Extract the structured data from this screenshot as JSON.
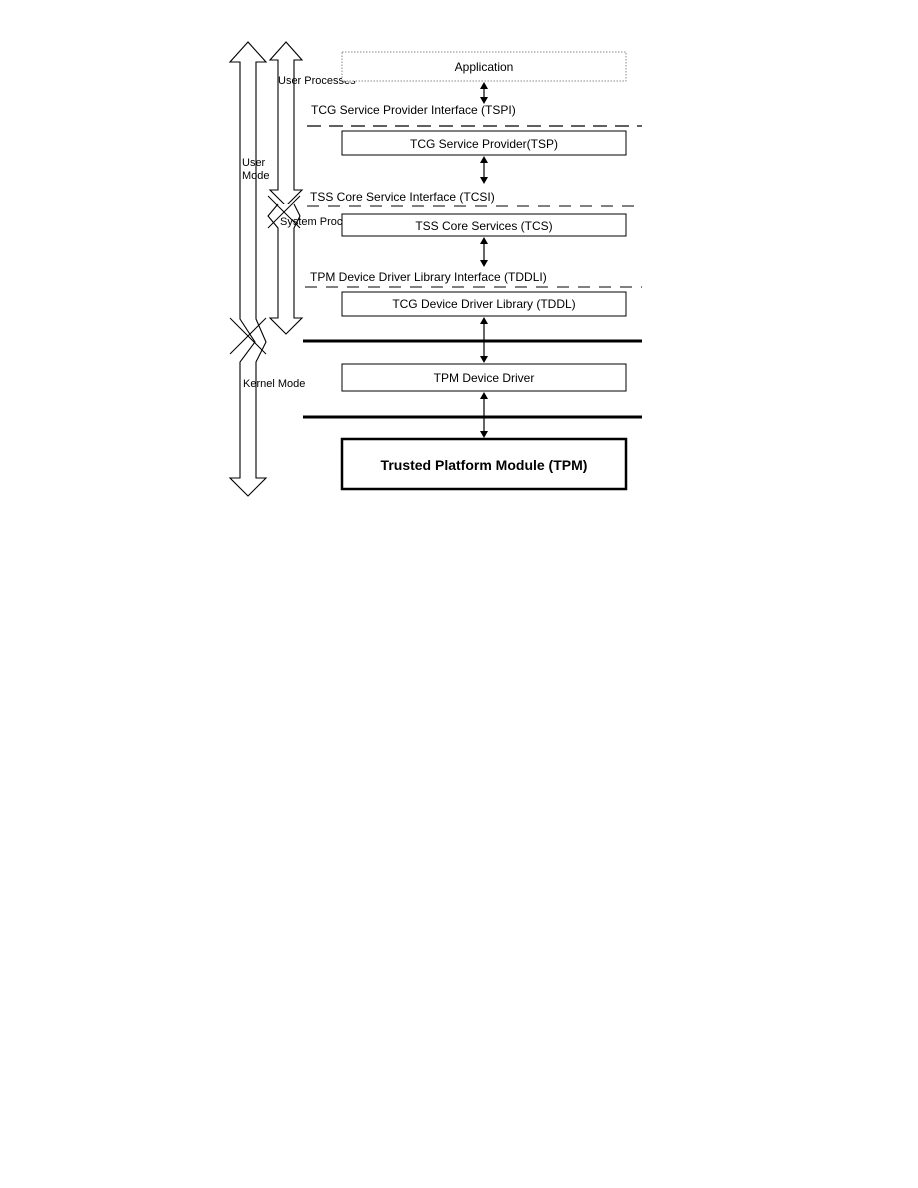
{
  "layers": {
    "application": "Application",
    "tsp": "TCG Service Provider(TSP)",
    "tcs": "TSS Core Services (TCS)",
    "tddl": "TCG Device Driver Library (TDDL)",
    "tpm_driver": "TPM Device Driver",
    "tpm": "Trusted Platform Module (TPM)"
  },
  "interfaces": {
    "tspi": "TCG Service Provider Interface (TSPI)",
    "tcsi": "TSS Core Service Interface (TCSI)",
    "tddli": "TPM Device Driver Library Interface (TDDLI)"
  },
  "modes": {
    "user_processes": "User Processes",
    "user_mode_line1": "User",
    "user_mode_line2": "Mode",
    "system_processes": "System Proc",
    "kernel_mode": "Kernel Mode"
  },
  "colors": {
    "line": "#000000",
    "dotted_box": "#888888"
  }
}
